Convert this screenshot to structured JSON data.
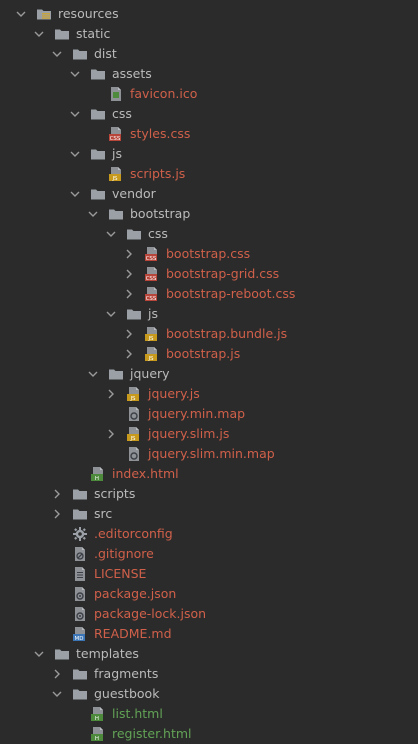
{
  "colors": {
    "background": "#2b2b2b",
    "text_default": "#bbbbbb",
    "text_modified": "#d0604a",
    "text_added": "#62a356",
    "folder": "#9aa0a6",
    "chevron": "#9a9a9a"
  },
  "tree": [
    {
      "label": "resources",
      "depth": 0,
      "expanded": true,
      "icon": "resources-folder-icon",
      "color": "default",
      "folder": true
    },
    {
      "label": "static",
      "depth": 1,
      "expanded": true,
      "icon": "folder-icon",
      "color": "default",
      "folder": true
    },
    {
      "label": "dist",
      "depth": 2,
      "expanded": true,
      "icon": "folder-icon",
      "color": "default",
      "folder": true
    },
    {
      "label": "assets",
      "depth": 3,
      "expanded": true,
      "icon": "folder-icon",
      "color": "default",
      "folder": true
    },
    {
      "label": "favicon.ico",
      "depth": 4,
      "icon": "image-file-icon",
      "color": "red"
    },
    {
      "label": "css",
      "depth": 3,
      "expanded": true,
      "icon": "folder-icon",
      "color": "default",
      "folder": true
    },
    {
      "label": "styles.css",
      "depth": 4,
      "icon": "css-file-icon",
      "color": "red"
    },
    {
      "label": "js",
      "depth": 3,
      "expanded": true,
      "icon": "folder-icon",
      "color": "default",
      "folder": true
    },
    {
      "label": "scripts.js",
      "depth": 4,
      "icon": "js-file-icon",
      "color": "red"
    },
    {
      "label": "vendor",
      "depth": 3,
      "expanded": true,
      "icon": "folder-icon",
      "color": "default",
      "folder": true
    },
    {
      "label": "bootstrap",
      "depth": 4,
      "expanded": true,
      "icon": "folder-icon",
      "color": "default",
      "folder": true
    },
    {
      "label": "css",
      "depth": 5,
      "expanded": true,
      "icon": "folder-icon",
      "color": "default",
      "folder": true
    },
    {
      "label": "bootstrap.css",
      "depth": 6,
      "collapsed_arrow": true,
      "icon": "css-file-icon",
      "color": "red"
    },
    {
      "label": "bootstrap-grid.css",
      "depth": 6,
      "collapsed_arrow": true,
      "icon": "css-file-icon",
      "color": "red"
    },
    {
      "label": "bootstrap-reboot.css",
      "depth": 6,
      "collapsed_arrow": true,
      "icon": "css-file-icon",
      "color": "red"
    },
    {
      "label": "js",
      "depth": 5,
      "expanded": true,
      "icon": "folder-icon",
      "color": "default",
      "folder": true
    },
    {
      "label": "bootstrap.bundle.js",
      "depth": 6,
      "collapsed_arrow": true,
      "icon": "js-file-icon",
      "color": "red"
    },
    {
      "label": "bootstrap.js",
      "depth": 6,
      "collapsed_arrow": true,
      "icon": "js-file-icon",
      "color": "red"
    },
    {
      "label": "jquery",
      "depth": 4,
      "expanded": true,
      "icon": "folder-icon",
      "color": "default",
      "folder": true
    },
    {
      "label": "jquery.js",
      "depth": 5,
      "collapsed_arrow": true,
      "icon": "js-file-icon",
      "color": "red"
    },
    {
      "label": "jquery.min.map",
      "depth": 5,
      "icon": "map-file-icon",
      "color": "red"
    },
    {
      "label": "jquery.slim.js",
      "depth": 5,
      "collapsed_arrow": true,
      "icon": "js-file-icon",
      "color": "red"
    },
    {
      "label": "jquery.slim.min.map",
      "depth": 5,
      "icon": "map-file-icon",
      "color": "red"
    },
    {
      "label": "index.html",
      "depth": 3,
      "icon": "html-file-icon",
      "color": "red"
    },
    {
      "label": "scripts",
      "depth": 2,
      "expanded": false,
      "icon": "folder-icon",
      "color": "default",
      "folder": true
    },
    {
      "label": "src",
      "depth": 2,
      "expanded": false,
      "icon": "folder-icon",
      "color": "default",
      "folder": true
    },
    {
      "label": ".editorconfig",
      "depth": 2,
      "icon": "gear-icon",
      "color": "red"
    },
    {
      "label": ".gitignore",
      "depth": 2,
      "icon": "ignore-file-icon",
      "color": "red"
    },
    {
      "label": "LICENSE",
      "depth": 2,
      "icon": "text-file-icon",
      "color": "red"
    },
    {
      "label": "package.json",
      "depth": 2,
      "icon": "json-file-icon",
      "color": "red"
    },
    {
      "label": "package-lock.json",
      "depth": 2,
      "icon": "json-file-icon",
      "color": "red"
    },
    {
      "label": "README.md",
      "depth": 2,
      "icon": "markdown-file-icon",
      "color": "red"
    },
    {
      "label": "templates",
      "depth": 1,
      "expanded": true,
      "icon": "folder-icon",
      "color": "default",
      "folder": true
    },
    {
      "label": "fragments",
      "depth": 2,
      "expanded": false,
      "icon": "folder-icon",
      "color": "default",
      "folder": true
    },
    {
      "label": "guestbook",
      "depth": 2,
      "expanded": true,
      "icon": "folder-icon",
      "color": "default",
      "folder": true
    },
    {
      "label": "list.html",
      "depth": 3,
      "icon": "html-file-icon",
      "color": "green"
    },
    {
      "label": "register.html",
      "depth": 3,
      "icon": "html-file-icon",
      "color": "green"
    }
  ]
}
